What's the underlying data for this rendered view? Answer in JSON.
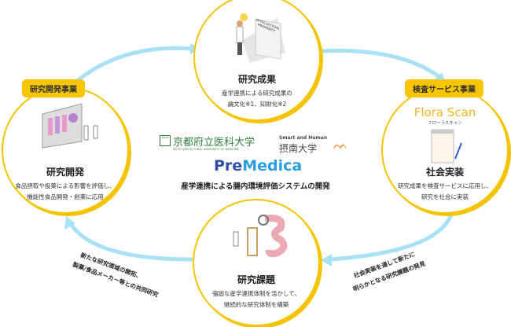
{
  "colors": {
    "ring": "#a8e0f5",
    "accent": "#f5c400",
    "premedica_dark": "#2e4fa3",
    "premedica_light": "#2a9ee0",
    "florascan": "#f0b323"
  },
  "top": {
    "title": "研究成果",
    "desc1": "産学連携による研究成果の",
    "desc2": "論文化※1、知財化※2",
    "doc_label": "INTELLECTUAL PROPERTY"
  },
  "left": {
    "tag": "研究開発事業",
    "title": "研究開発",
    "desc1": "食品摂取や投薬による影響を評価し、",
    "desc2": "機能性食品開発・創薬に応用"
  },
  "right": {
    "tag": "検査サービス事業",
    "brand": "Flora Scan",
    "brand_kana": "フローラスキャン",
    "title": "社会実装",
    "desc1": "研究成果を検査サービスに応用し、",
    "desc2": "研究を社会に実装"
  },
  "bottom": {
    "title": "研究課題",
    "desc1": "強固な産学連携体制を活かして、",
    "desc2": "継続的な研究体制を構築"
  },
  "center": {
    "kpum_name": "京都府立医科大学",
    "kpum_en": "KYOTO PREFECTURAL UNIVERSITY OF MEDICINE",
    "kpum_logo": "KPUM",
    "setsunan_tag": "Smart and Human",
    "setsunan_name": "摂南大学",
    "premedica_pre": "Pre",
    "premedica_medica": "Medica",
    "subtitle": "産学連携による腸内環境評価システムの開発"
  },
  "notes": {
    "left1": "新たな研究領域の開拓、",
    "left2": "製薬/食品メーカー等との共同研究",
    "right1": "社会実装を通して新たに",
    "right2": "明らかとなる研究課題の発見"
  }
}
